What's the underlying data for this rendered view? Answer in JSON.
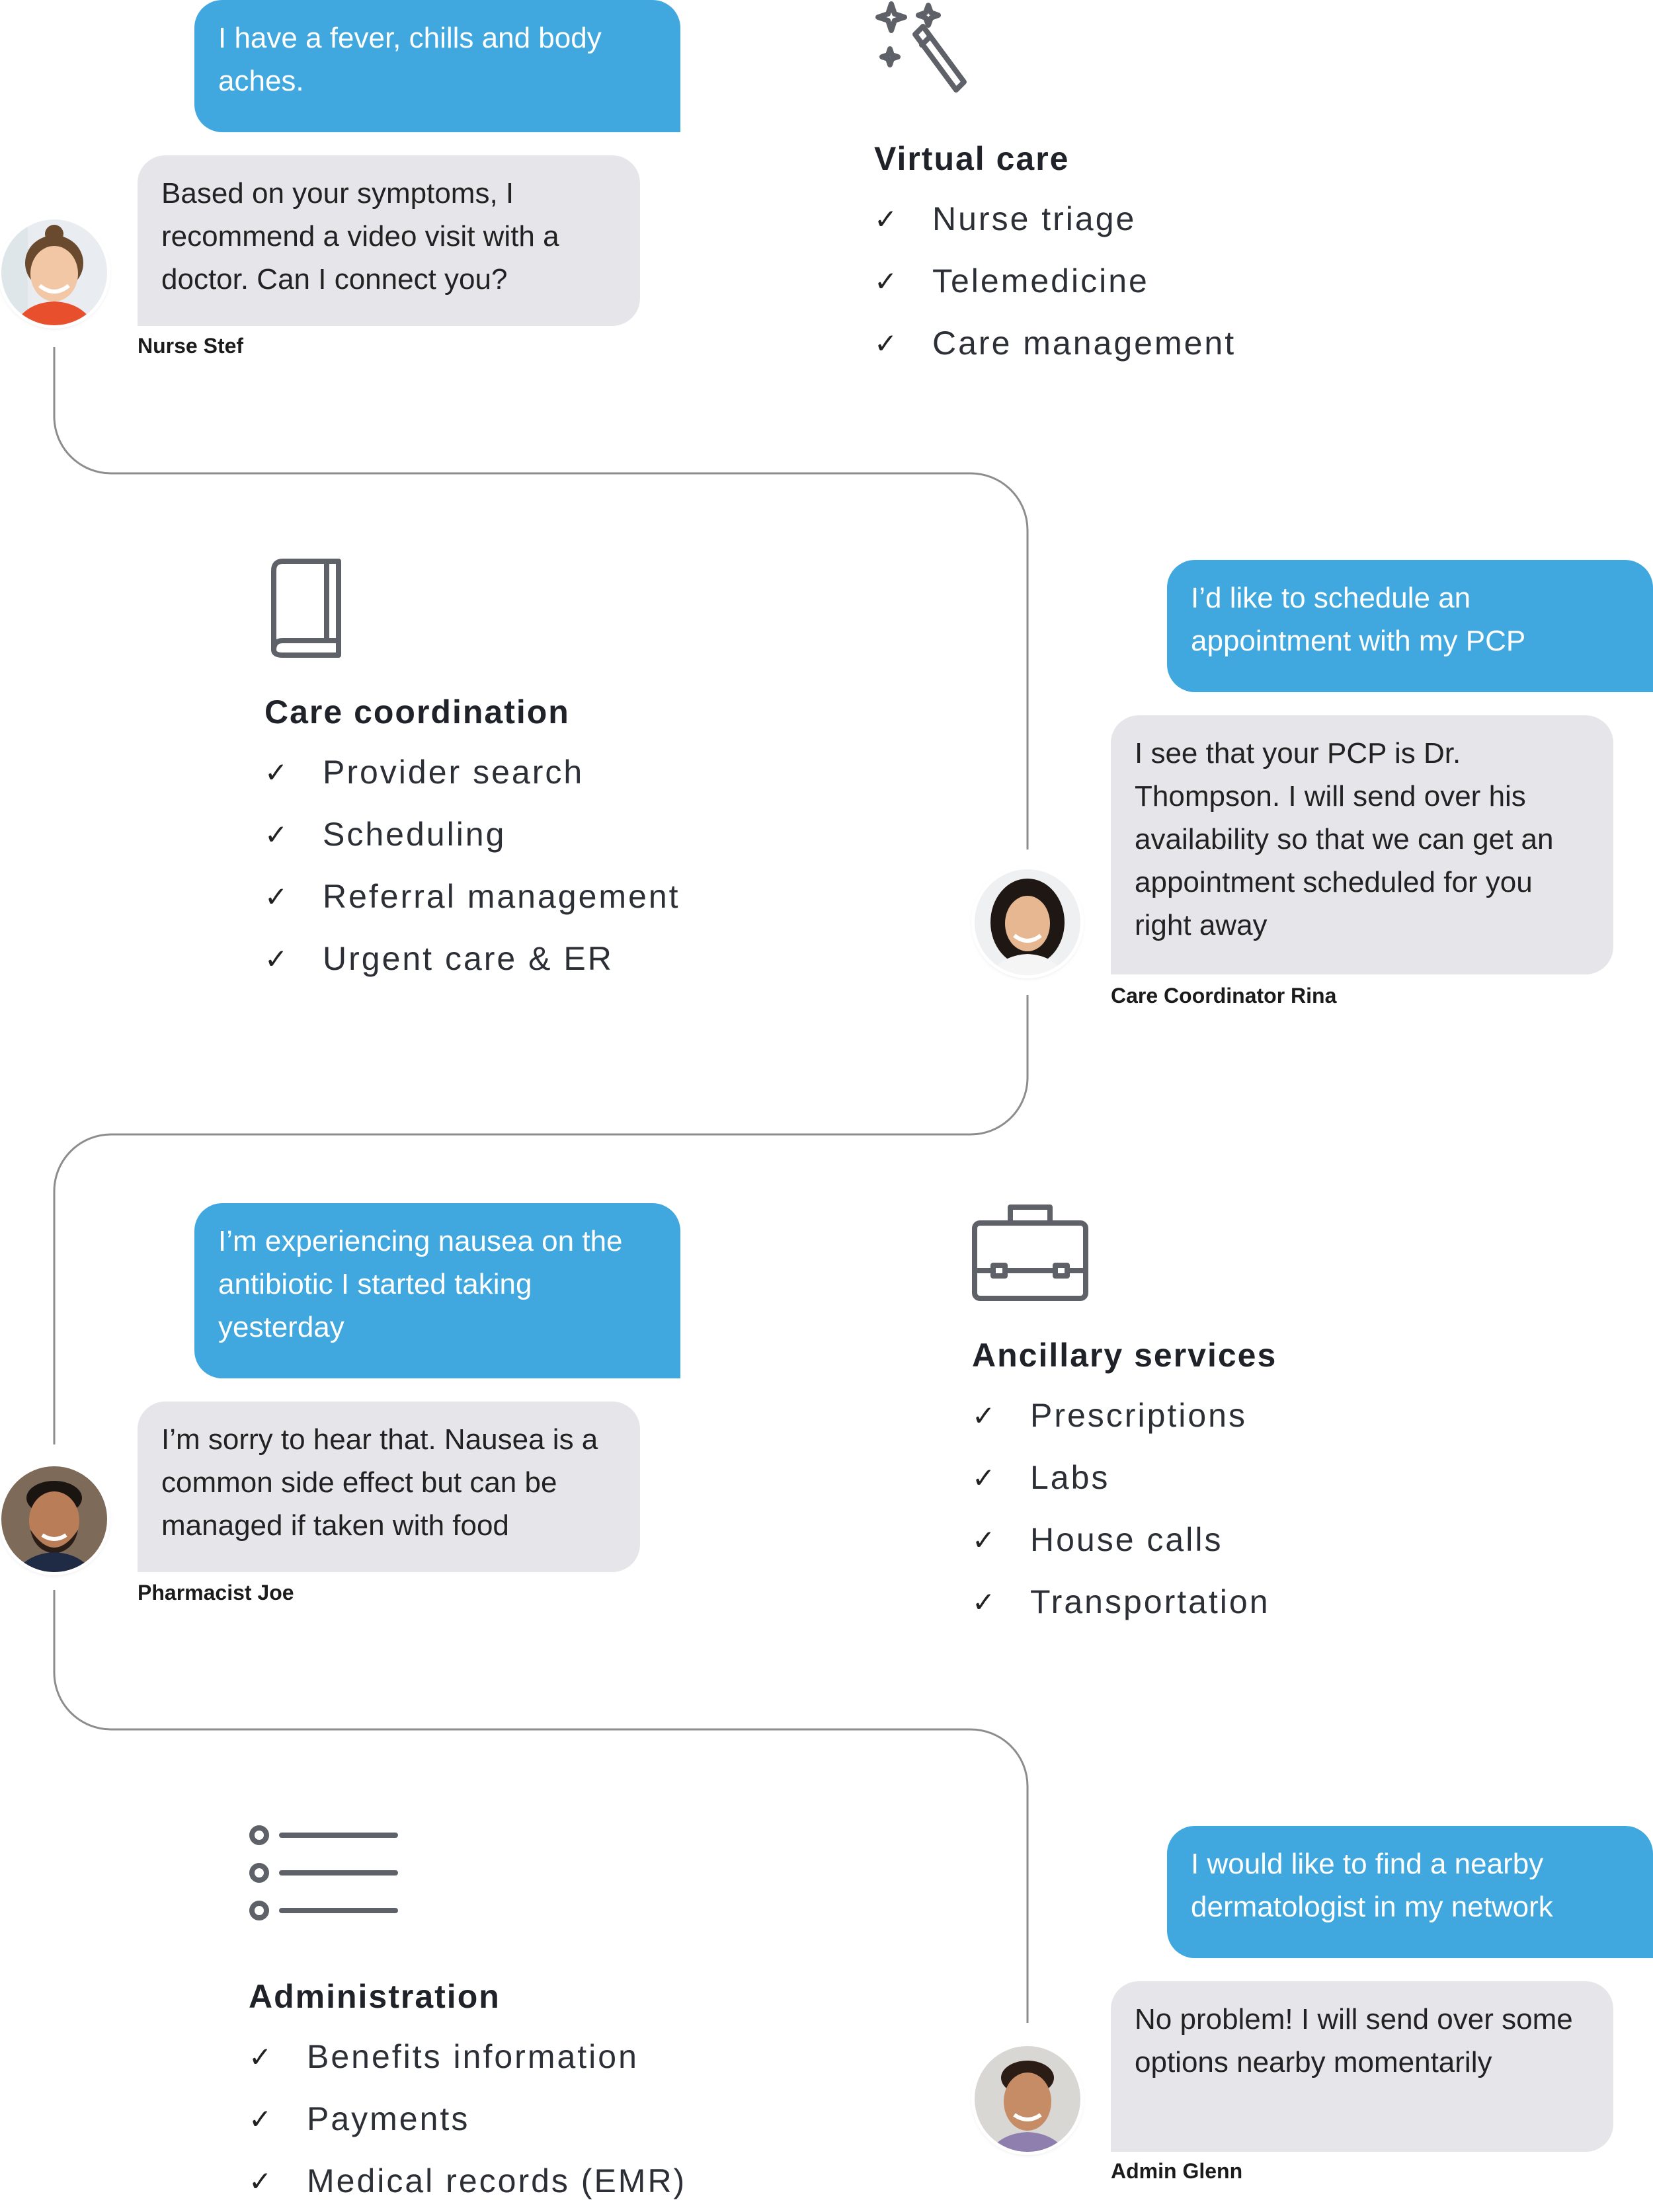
{
  "colors": {
    "user_bubble": "#40a8df",
    "agent_bubble": "#e6e6ea",
    "connector_line": "#8d8d8d",
    "icon_stroke": "#5f6168"
  },
  "conversations": [
    {
      "user_message": "I have a fever, chills and body aches.",
      "agent_message": "Based on your symptoms, I recommend a video visit with a doctor. Can I connect you?",
      "agent_name": "Nurse Stef"
    },
    {
      "user_message": "I’d like to schedule an appointment with my PCP",
      "agent_message": "I see that your PCP is Dr. Thompson. I will send over his availability so that we can get an appointment scheduled for you right away",
      "agent_name": "Care Coordinator Rina"
    },
    {
      "user_message": "I’m experiencing nausea on the antibiotic I started taking yesterday",
      "agent_message": "I’m sorry to hear that. Nausea is a common side effect but can be managed if taken with food",
      "agent_name": "Pharmacist Joe"
    },
    {
      "user_message": "I would like to find a nearby dermatologist in my network",
      "agent_message": "No problem! I will send over some options nearby momentarily",
      "agent_name": "Admin Glenn"
    }
  ],
  "services": [
    {
      "icon": "magic-wand-icon",
      "title": "Virtual care",
      "items": [
        "Nurse triage",
        "Telemedicine",
        "Care management"
      ]
    },
    {
      "icon": "book-icon",
      "title": "Care coordination",
      "items": [
        "Provider search",
        "Scheduling",
        "Referral management",
        "Urgent care & ER"
      ]
    },
    {
      "icon": "briefcase-icon",
      "title": "Ancillary services",
      "items": [
        "Prescriptions",
        "Labs",
        "House calls",
        "Transportation"
      ]
    },
    {
      "icon": "list-icon",
      "title": "Administration",
      "items": [
        "Benefits information",
        "Payments",
        "Medical records (EMR)"
      ]
    }
  ],
  "check_glyph": "✓"
}
